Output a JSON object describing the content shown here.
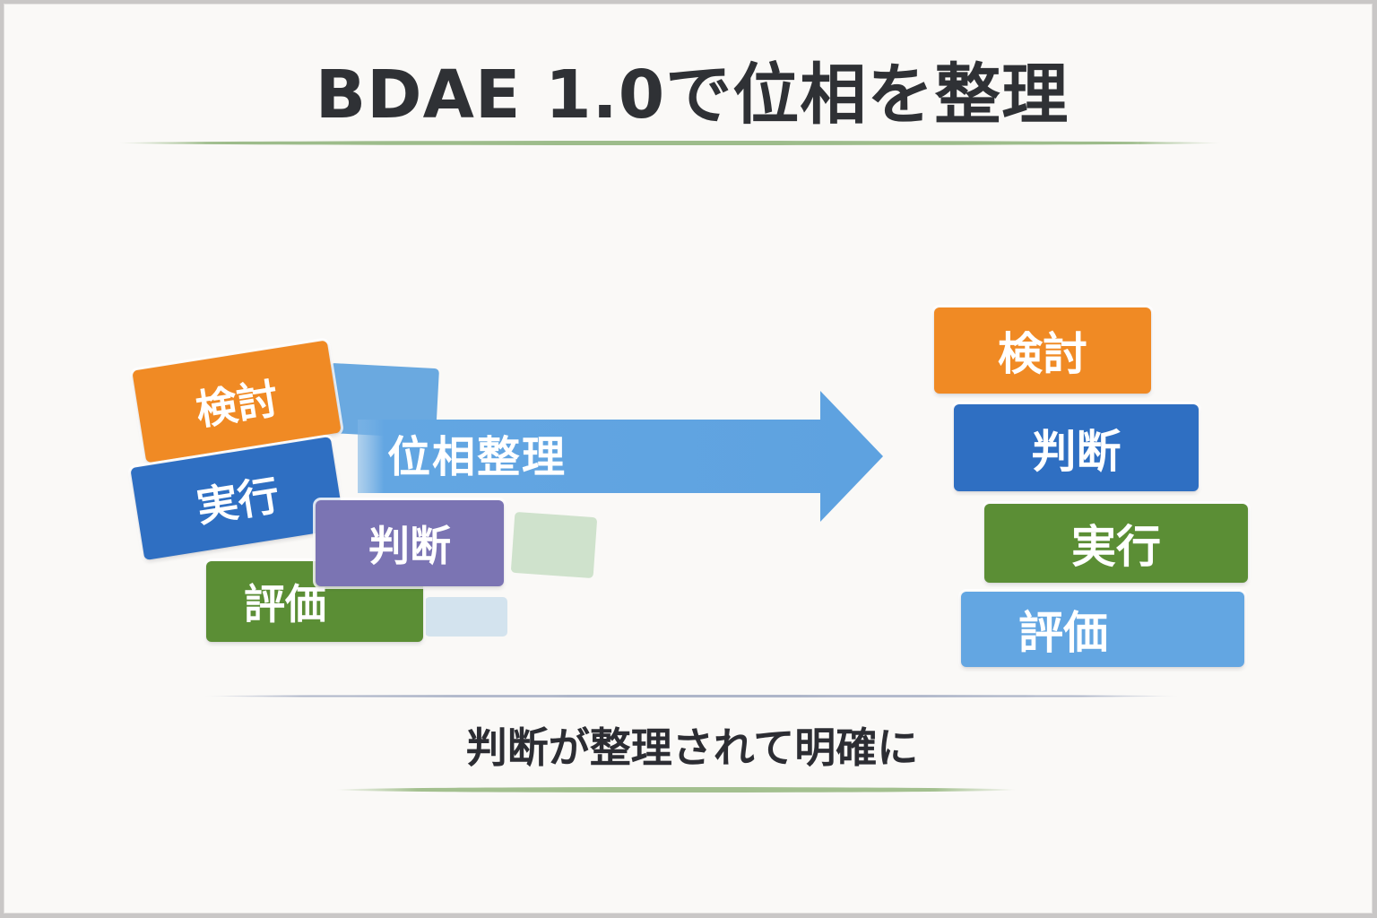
{
  "title": "BDAE 1.0で位相を整理",
  "colors": {
    "orange": "#f08a24",
    "dark_blue": "#2f6fc2",
    "purple": "#7b74b3",
    "green": "#5b8e35",
    "light_blue": "#63a6e2",
    "title_rule": "#9dbc8b",
    "divider": "#aeb6c9",
    "text_dark": "#2f3135"
  },
  "before": {
    "cards": [
      {
        "label": "検討",
        "color": "orange"
      },
      {
        "label": "実行",
        "color": "dark_blue"
      },
      {
        "label": "判断",
        "color": "purple"
      },
      {
        "label": "評価",
        "color": "green"
      }
    ]
  },
  "arrow": {
    "label": "位相整理",
    "color": "light_blue"
  },
  "after": {
    "cards": [
      {
        "label": "検討",
        "color": "orange"
      },
      {
        "label": "判断",
        "color": "dark_blue"
      },
      {
        "label": "実行",
        "color": "green"
      },
      {
        "label": "評価",
        "color": "light_blue"
      }
    ]
  },
  "caption": "判断が整理されて明確に"
}
